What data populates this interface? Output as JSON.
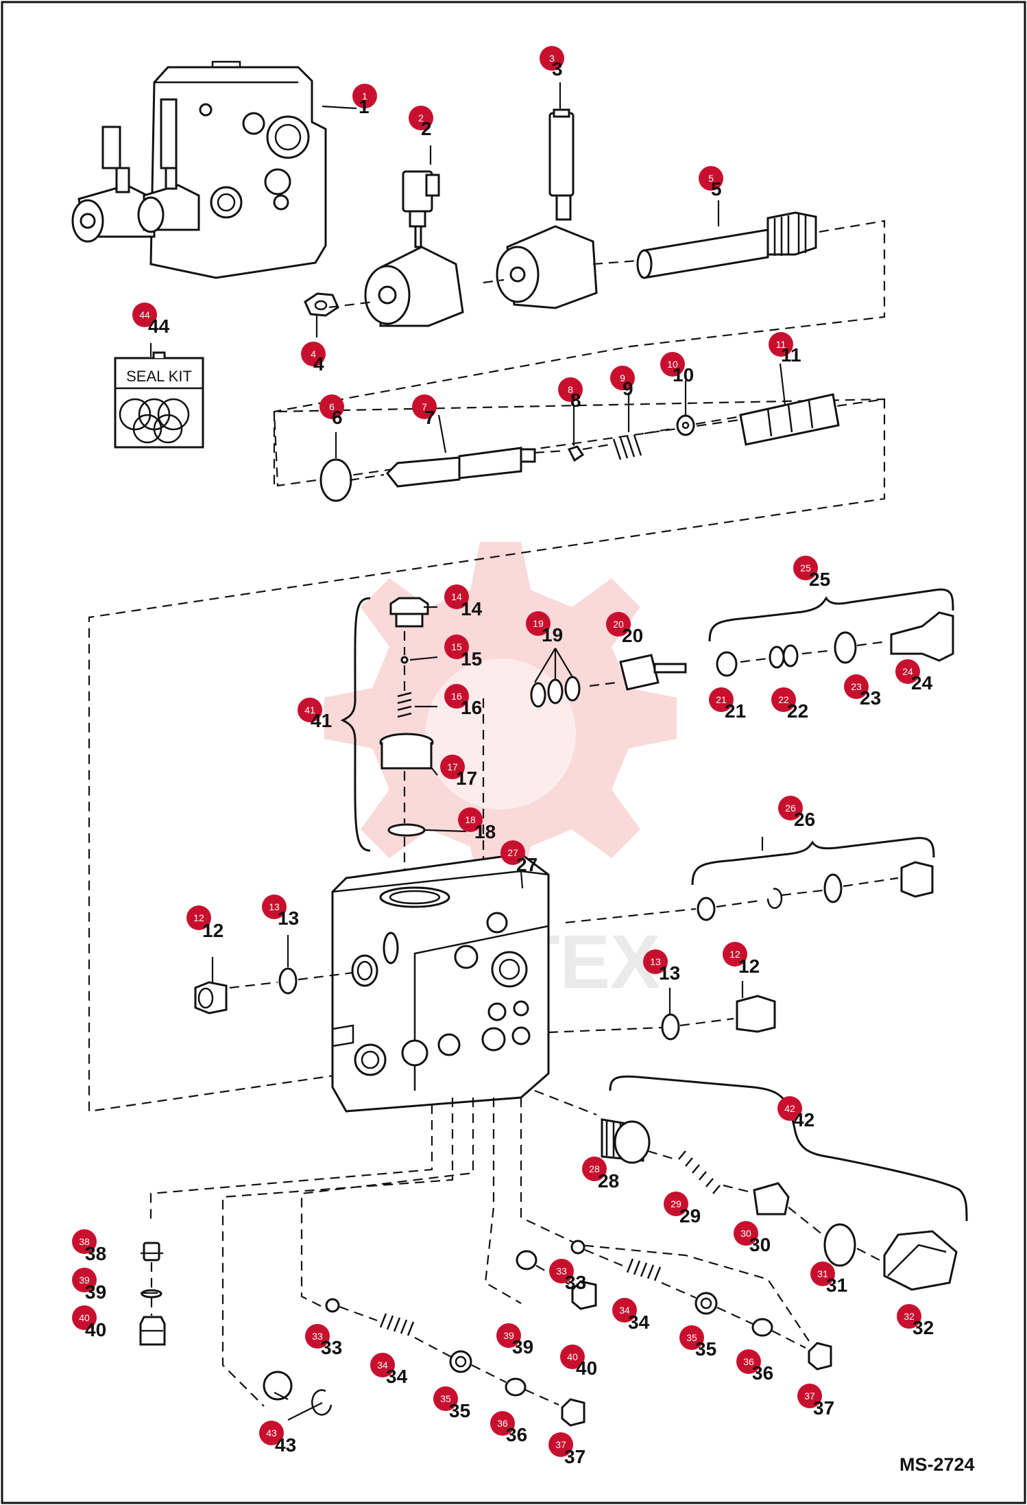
{
  "diagram_code": "MS-2724",
  "seal_kit_label": "SEAL KIT",
  "watermark": "VIGTEX",
  "colors": {
    "badge": "#c8102e",
    "line": "#111111",
    "watermark": "#f6b9b9"
  },
  "callouts": [
    {
      "id": "1",
      "label": "1"
    },
    {
      "id": "2",
      "label": "2"
    },
    {
      "id": "3",
      "label": "3"
    },
    {
      "id": "4",
      "label": "4"
    },
    {
      "id": "5",
      "label": "5"
    },
    {
      "id": "6",
      "label": "6"
    },
    {
      "id": "7",
      "label": "7"
    },
    {
      "id": "8",
      "label": "8"
    },
    {
      "id": "9",
      "label": "9"
    },
    {
      "id": "10",
      "label": "10"
    },
    {
      "id": "11",
      "label": "11"
    },
    {
      "id": "12a",
      "label": "12"
    },
    {
      "id": "12b",
      "label": "12"
    },
    {
      "id": "13a",
      "label": "13"
    },
    {
      "id": "13b",
      "label": "13"
    },
    {
      "id": "14",
      "label": "14"
    },
    {
      "id": "15",
      "label": "15"
    },
    {
      "id": "16",
      "label": "16"
    },
    {
      "id": "17",
      "label": "17"
    },
    {
      "id": "18",
      "label": "18"
    },
    {
      "id": "19",
      "label": "19"
    },
    {
      "id": "20",
      "label": "20"
    },
    {
      "id": "21",
      "label": "21"
    },
    {
      "id": "22",
      "label": "22"
    },
    {
      "id": "23",
      "label": "23"
    },
    {
      "id": "24",
      "label": "24"
    },
    {
      "id": "25",
      "label": "25"
    },
    {
      "id": "26",
      "label": "26"
    },
    {
      "id": "27",
      "label": "27"
    },
    {
      "id": "28",
      "label": "28"
    },
    {
      "id": "29",
      "label": "29"
    },
    {
      "id": "30",
      "label": "30"
    },
    {
      "id": "31",
      "label": "31"
    },
    {
      "id": "32",
      "label": "32"
    },
    {
      "id": "33a",
      "label": "33"
    },
    {
      "id": "33b",
      "label": "33"
    },
    {
      "id": "34a",
      "label": "34"
    },
    {
      "id": "34b",
      "label": "34"
    },
    {
      "id": "35a",
      "label": "35"
    },
    {
      "id": "35b",
      "label": "35"
    },
    {
      "id": "36a",
      "label": "36"
    },
    {
      "id": "36b",
      "label": "36"
    },
    {
      "id": "37a",
      "label": "37"
    },
    {
      "id": "37b",
      "label": "37"
    },
    {
      "id": "38",
      "label": "38"
    },
    {
      "id": "39a",
      "label": "39"
    },
    {
      "id": "39b",
      "label": "39"
    },
    {
      "id": "40a",
      "label": "40"
    },
    {
      "id": "40b",
      "label": "40"
    },
    {
      "id": "41",
      "label": "41"
    },
    {
      "id": "42",
      "label": "42"
    },
    {
      "id": "43",
      "label": "43"
    },
    {
      "id": "44",
      "label": "44"
    }
  ]
}
